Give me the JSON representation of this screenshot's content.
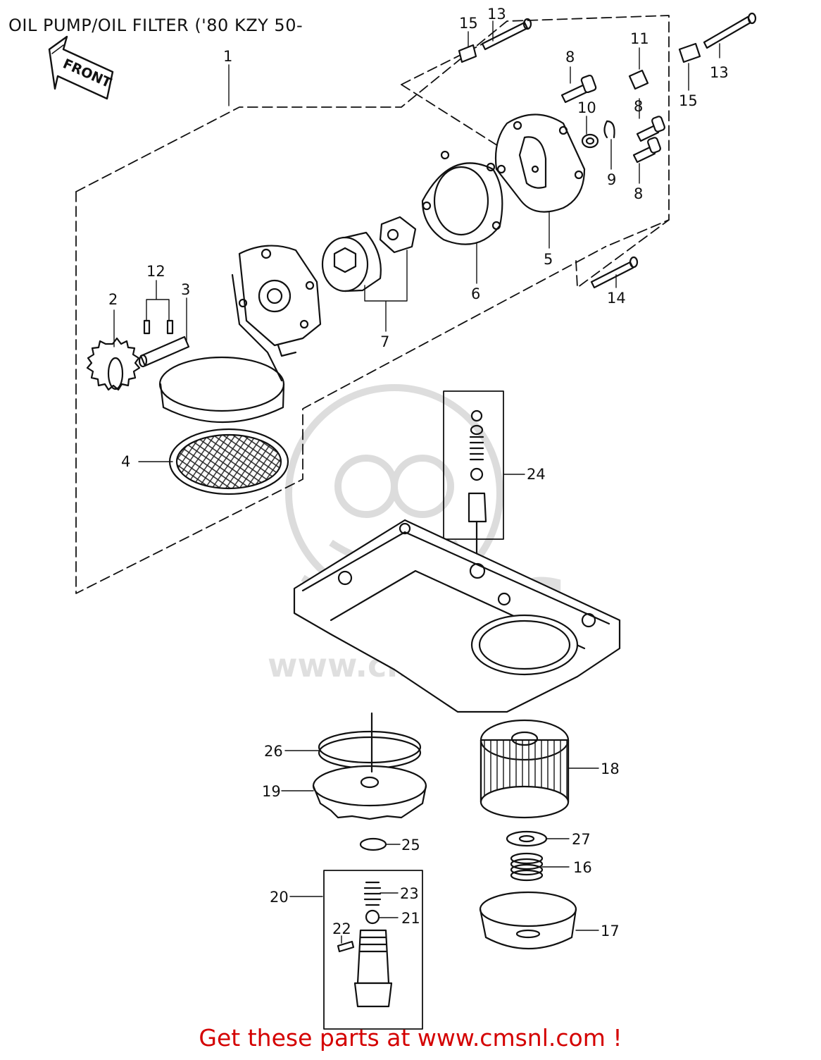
{
  "header": {
    "title": "OIL PUMP/OIL FILTER ('80 KZY 50-"
  },
  "front_arrow": {
    "label": "FRONT"
  },
  "watermark": {
    "text": "www.cmsnl.com",
    "logo": "CMS"
  },
  "footer": {
    "text": "Get these parts at www.cmsnl.com !"
  },
  "callouts": {
    "c1": "1",
    "c2": "2",
    "c3": "3",
    "c4": "4",
    "c5": "5",
    "c6": "6",
    "c7": "7",
    "c8a": "8",
    "c8b": "8",
    "c8c": "8",
    "c9": "9",
    "c10": "10",
    "c11": "11",
    "c12": "12",
    "c13a": "13",
    "c13b": "13",
    "c14": "14",
    "c15a": "15",
    "c15b": "15",
    "c16": "16",
    "c17": "17",
    "c18": "18",
    "c19": "19",
    "c20": "20",
    "c21": "21",
    "c22": "22",
    "c23": "23",
    "c24": "24",
    "c25": "25",
    "c26": "26",
    "c27": "27"
  },
  "colors": {
    "ink": "#111111",
    "footer": "#d40000",
    "watermark": "#d9d9d9"
  }
}
